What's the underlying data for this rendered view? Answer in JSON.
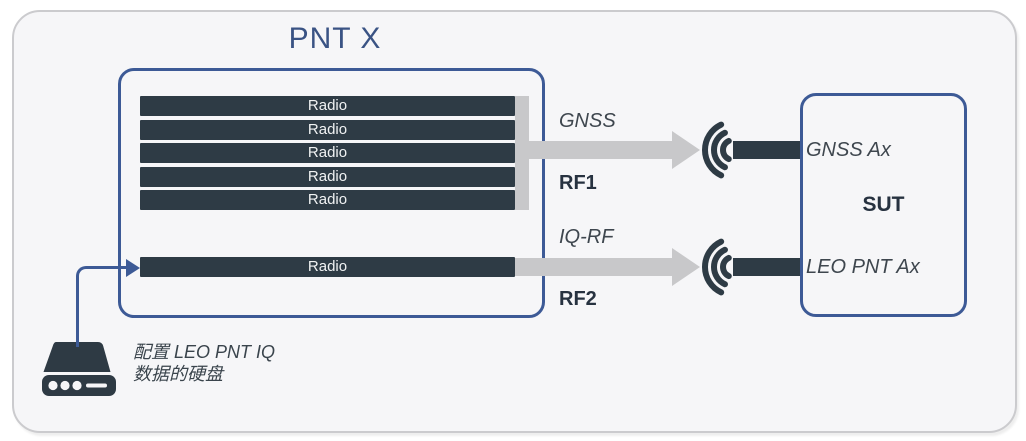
{
  "canvas": {
    "title": "PNT X"
  },
  "pntx": {
    "radio_stack": [
      "Radio",
      "Radio",
      "Radio",
      "Radio",
      "Radio"
    ],
    "radio_single": "Radio"
  },
  "rf_links": {
    "top": {
      "signal_label": "GNSS",
      "port_label": "RF1"
    },
    "bottom": {
      "signal_label": "IQ-RF",
      "port_label": "RF2"
    }
  },
  "sut": {
    "label": "SUT",
    "top_antenna_label": "GNSS Ax",
    "bottom_antenna_label": "LEO PNT Ax"
  },
  "disk": {
    "caption_line1": "配置 LEO PNT IQ",
    "caption_line2": "数据的硬盘"
  },
  "colors": {
    "accent_blue": "#3d5a96",
    "title_blue": "#3a5384",
    "dark_slate": "#2e3b45",
    "arrow_gray": "#c8c8ca",
    "canvas_bg": "#f6f6f8",
    "canvas_border": "#cbcbce",
    "label_gray": "#3e464e"
  }
}
